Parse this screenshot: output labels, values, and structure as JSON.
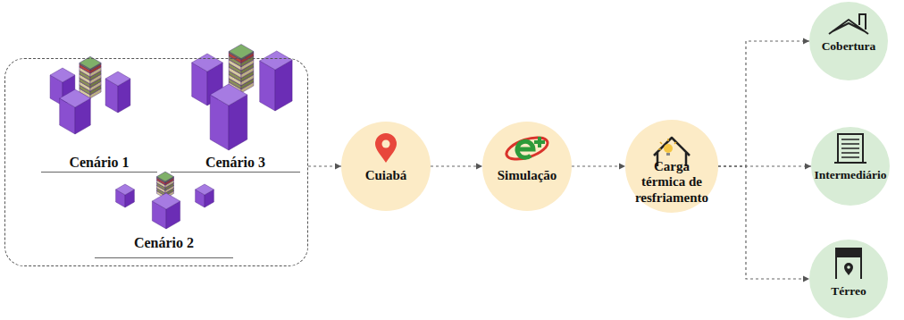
{
  "diagram": {
    "nodes": [
      {
        "text": []
      },
      {
        "text": [
          "Cenário 1"
        ],
        "in": 0
      },
      {
        "text": [
          "Cenário 3"
        ],
        "in": 0
      },
      {
        "text": [
          "Cenário 2"
        ],
        "in": 0
      },
      {
        "text": [
          "Cuiabá"
        ]
      },
      {
        "text": [
          "Simulação"
        ]
      },
      {
        "text": [
          "Carga térmica de resfriamento"
        ]
      },
      {
        "text": [
          "Cobertura"
        ]
      },
      {
        "text": [
          "Intermediário"
        ]
      },
      {
        "text": [
          "Térreo"
        ]
      }
    ],
    "edges": [
      {
        "from": 0,
        "to": 4,
        "arrow": "to"
      },
      {
        "from": 4,
        "to": 5,
        "arrow": "to"
      },
      {
        "from": 5,
        "to": 6,
        "arrow": "to"
      },
      {
        "from": 6,
        "to": 7,
        "arrow": "to"
      },
      {
        "from": 6,
        "to": 8,
        "arrow": "to"
      },
      {
        "from": 6,
        "to": 9,
        "arrow": "to"
      }
    ]
  }
}
